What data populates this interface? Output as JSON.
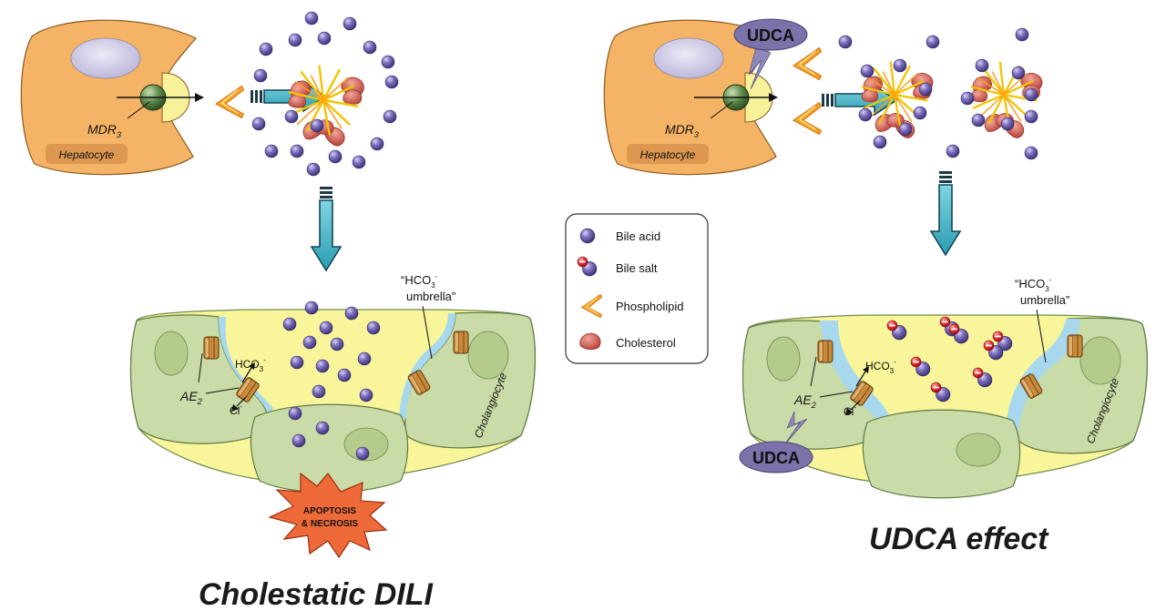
{
  "left_panel": {
    "hepatocyte_label": "Hepatocyte",
    "mdr3_main": "MDR",
    "mdr3_sub": "3",
    "ae2_main": "AE",
    "ae2_sub": "2",
    "hco3_main": "HCO",
    "hco3_sub": "3",
    "hco3_sup": "-",
    "cl_main": "Cl",
    "cl_sup": "-",
    "umbrella_line1_main": "“HCO",
    "umbrella_line1_sub": "3",
    "umbrella_line1_sup": "-",
    "umbrella_line2": "umbrella”",
    "cholangiocyte_label": "Cholangiocyte",
    "burst_line1": "APOPTOSIS",
    "burst_line2": "& NECROSIS",
    "title": "Cholestatic DILI"
  },
  "right_panel": {
    "hepatocyte_label": "Hepatocyte",
    "mdr3_main": "MDR",
    "mdr3_sub": "3",
    "udca_top": "UDCA",
    "udca_bottom": "UDCA",
    "ae2_main": "AE",
    "ae2_sub": "2",
    "hco3_main": "HCO",
    "hco3_sub": "3",
    "hco3_sup": "-",
    "cl_main": "Cl",
    "cl_sup": "-",
    "umbrella_line1_main": "“HCO",
    "umbrella_line1_sub": "3",
    "umbrella_line1_sup": "-",
    "umbrella_line2": "umbrella”",
    "cholangiocyte_label": "Cholangiocyte",
    "title": "UDCA effect"
  },
  "legend": {
    "items": [
      {
        "icon": "bile-acid-icon",
        "label": "Bile acid"
      },
      {
        "icon": "bile-salt-icon",
        "label": "Bile salt"
      },
      {
        "icon": "phospholipid-icon",
        "label": "Phospholipid"
      },
      {
        "icon": "cholesterol-icon",
        "label": "Cholesterol"
      }
    ]
  },
  "colors": {
    "hepatocyte": "#F5B365",
    "nucleus": "#C9C6E0",
    "bile_acid": "#6B5BA8",
    "bile_salt_charge": "#E0282E",
    "cholesterol": "#D9615A",
    "phospholipid": "#F2A024",
    "arrow_cyan": "#3FB5C8",
    "cholangiocyte": "#C9DBA6",
    "bile_lumen": "#F8F59A",
    "bicarbonate_layer": "#A8D8EE",
    "udca_badge": "#7A72A8",
    "burst": "#EE6A38"
  }
}
